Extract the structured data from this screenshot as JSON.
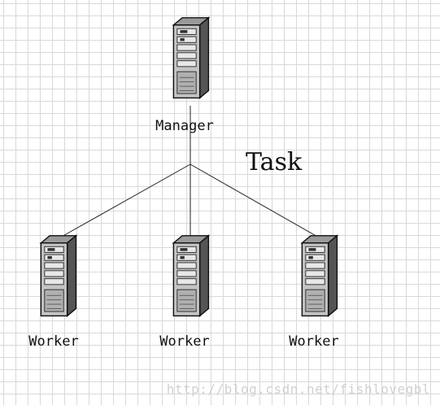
{
  "diagram": {
    "manager": {
      "label": "Manager",
      "icon": "server-icon"
    },
    "edge_label": "Task",
    "workers": [
      {
        "label": "Worker",
        "icon": "server-icon"
      },
      {
        "label": "Worker",
        "icon": "server-icon"
      },
      {
        "label": "Worker",
        "icon": "server-icon"
      }
    ],
    "watermark": "http://blog.csdn.net/fishlovegbl"
  }
}
